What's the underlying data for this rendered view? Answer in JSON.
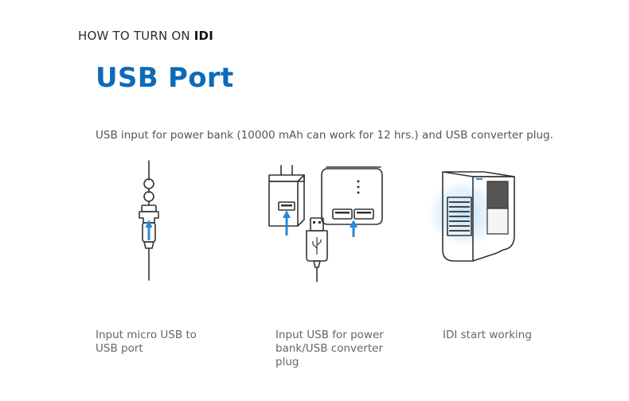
{
  "header": {
    "kicker_prefix": "HOW TO TURN ON",
    "kicker_brand": "IDI",
    "title": "USB Port"
  },
  "description": "USB input for power bank (10000 mAh can work for 12 hrs.) and USB converter plug.",
  "steps": [
    {
      "caption": "Input micro USB to USB port",
      "icon": "micro-usb-cable-icon"
    },
    {
      "caption": "Input USB for power bank/USB converter plug",
      "icon": "usb-charger-and-power-bank-icon"
    },
    {
      "caption": "IDI start working",
      "icon": "idi-air-cooler-icon"
    }
  ],
  "colors": {
    "title": "#0d6bb9",
    "accent_arrow": "#2a88d8",
    "glow": "#bfe0fb"
  }
}
